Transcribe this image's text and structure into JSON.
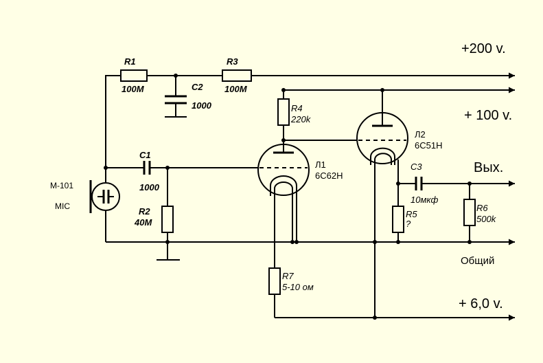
{
  "rails": {
    "plus200": "+200 v.",
    "plus100": "+ 100 v.",
    "output": "Вых.",
    "common": "Общий",
    "plus6": "+ 6,0 v."
  },
  "mic": {
    "model": "M-101",
    "label": "MIC"
  },
  "components": {
    "r1": {
      "ref": "R1",
      "value": "100M"
    },
    "r2": {
      "ref": "R2",
      "value": "40M"
    },
    "r3": {
      "ref": "R3",
      "value": "100M"
    },
    "r4": {
      "ref": "R4",
      "value": "220k"
    },
    "r5": {
      "ref": "R5",
      "value": "?"
    },
    "r6": {
      "ref": "R6",
      "value": "500k"
    },
    "r7": {
      "ref": "R7",
      "value": "5-10 ом"
    },
    "c1": {
      "ref": "C1",
      "value": "1000"
    },
    "c2": {
      "ref": "C2",
      "value": "1000"
    },
    "c3": {
      "ref": "C3",
      "value": "10мкф"
    },
    "l1": {
      "ref": "Л1",
      "value": "6С62Н"
    },
    "l2": {
      "ref": "Л2",
      "value": "6С51Н"
    }
  }
}
